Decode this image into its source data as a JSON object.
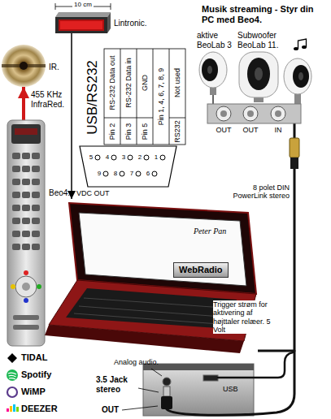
{
  "diagram": {
    "title": "Musik streaming - Styr din PC med Beo4.",
    "nodes": [
      {
        "text": [
          "Lintronic."
        ]
      },
      {
        "text": [
          "IR.",
          "455 KHz InfraRed."
        ]
      },
      {
        "text": [
          "Beo4."
        ]
      },
      {
        "text": [
          "aktive BeoLab 3"
        ]
      },
      {
        "text": [
          "Subwoofer BeoLab 11."
        ]
      },
      {
        "text": [
          "OUT",
          "OUT",
          "IN"
        ]
      },
      {
        "text": [
          "WebRadio"
        ]
      }
    ],
    "edges": [
      {
        "from": 2,
        "to": 1,
        "arrow": "to"
      },
      {
        "from": 0,
        "to": 6,
        "arrow": "to"
      },
      {
        "from": 6,
        "to": 5,
        "label": "8 polet DIN PowerLink stereo",
        "arrow": "none"
      },
      {
        "from": 5,
        "to": 3,
        "arrow": "none"
      }
    ],
    "labels": [
      "10 cm",
      "USB/RS232",
      "Pin 2",
      "RS-232 Data out",
      "Pin 3",
      "RS-232 Data in",
      "Pin 5",
      "GND",
      "Pin 1, 4, 6, 7, 8, 9",
      "Not used",
      "RS232",
      "5",
      "4",
      "3",
      "2",
      "1",
      "9",
      "8",
      "7",
      "6",
      "VDC OUT",
      "Peter Pan",
      "Trigger strøm for aktivering af højttaler relæer. 5 Volt",
      "Analog audio.",
      "3.5 Jack stereo",
      "OUT",
      "USB",
      "TIDAL",
      "Spotify",
      "WiMP",
      "DEEZER"
    ]
  }
}
